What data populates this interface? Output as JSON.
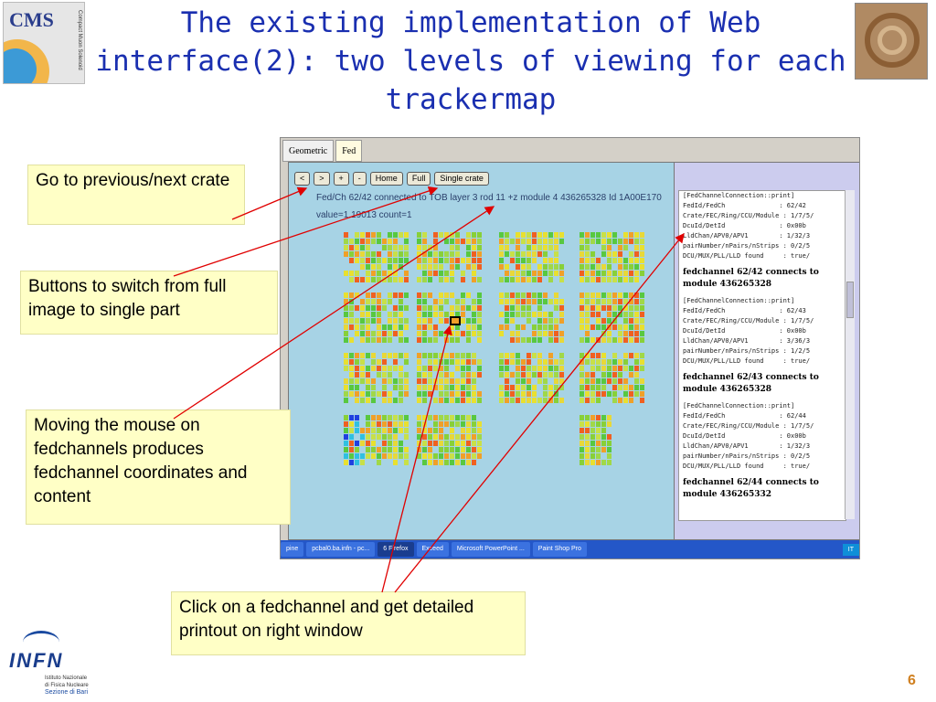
{
  "slide": {
    "title_line1": "The existing implementation of  Web",
    "title_line2": "interface(2): two levels of viewing for each",
    "title_line3": "trackermap",
    "page_number": "6"
  },
  "logos": {
    "cms_text": "CMS",
    "cms_side": "Compact Muon Solenoid",
    "infn_text": "INFN",
    "infn_line1": "Istituto Nazionale",
    "infn_line2": "di Fisica Nucleare",
    "infn_line3": "Sezione di Bari"
  },
  "screenshot": {
    "tabs": [
      "Geometric",
      "Fed"
    ],
    "buttons": [
      "<",
      ">",
      "+",
      "-",
      "Home",
      "Full",
      "Single crate"
    ],
    "info_line1": "Fed/Ch 62/42 connected to TOB layer 3 rod 11 +z module 4 436265328 Id 1A00E170",
    "info_line2": "value=1.19013 count=1",
    "printout": [
      {
        "type": "pre",
        "text": "[FedChannelConnection::print]"
      },
      {
        "type": "pre",
        "text": "FedId/FedCh              : 62/42"
      },
      {
        "type": "pre",
        "text": "Crate/FEC/Ring/CCU/Module : 1/7/5/"
      },
      {
        "type": "pre",
        "text": "DcuId/DetId              : 0x00b"
      },
      {
        "type": "pre",
        "text": "LldChan/APV0/APV1        : 1/32/3"
      },
      {
        "type": "pre",
        "text": "pairNumber/nPairs/nStrips : 0/2/5"
      },
      {
        "type": "pre",
        "text": "DCU/MUX/PLL/LLD found     : true/"
      },
      {
        "type": "bold",
        "text": "fedchannel 62/42 connects to"
      },
      {
        "type": "bold",
        "text": "module 436265328"
      },
      {
        "type": "pre",
        "text": "[FedChannelConnection::print]"
      },
      {
        "type": "pre",
        "text": "FedId/FedCh              : 62/43"
      },
      {
        "type": "pre",
        "text": "Crate/FEC/Ring/CCU/Module : 1/7/5/"
      },
      {
        "type": "pre",
        "text": "DcuId/DetId              : 0x00b"
      },
      {
        "type": "pre",
        "text": "LldChan/APV0/APV1        : 3/36/3"
      },
      {
        "type": "pre",
        "text": "pairNumber/nPairs/nStrips : 1/2/5"
      },
      {
        "type": "pre",
        "text": "DCU/MUX/PLL/LLD found     : true/"
      },
      {
        "type": "bold",
        "text": "fedchannel 62/43 connects to"
      },
      {
        "type": "bold",
        "text": "module 436265328"
      },
      {
        "type": "pre",
        "text": "[FedChannelConnection::print]"
      },
      {
        "type": "pre",
        "text": "FedId/FedCh              : 62/44"
      },
      {
        "type": "pre",
        "text": "Crate/FEC/Ring/CCU/Module : 1/7/5/"
      },
      {
        "type": "pre",
        "text": "DcuId/DetId              : 0x00b"
      },
      {
        "type": "pre",
        "text": "LldChan/APV0/APV1        : 1/32/3"
      },
      {
        "type": "pre",
        "text": "pairNumber/nPairs/nStrips : 0/2/5"
      },
      {
        "type": "pre",
        "text": "DCU/MUX/PLL/LLD found     : true/"
      },
      {
        "type": "bold",
        "text": "fedchannel 62/44 connects to"
      },
      {
        "type": "bold",
        "text": "module 436265332"
      }
    ],
    "taskbar": [
      {
        "label": "pine",
        "active": false
      },
      {
        "label": "pcbal0.ba.infn - pc...",
        "active": false
      },
      {
        "label": "6 Firefox",
        "active": true
      },
      {
        "label": "Exceed",
        "active": false
      },
      {
        "label": "Microsoft PowerPoint ...",
        "active": false
      },
      {
        "label": "Paint Shop Pro",
        "active": false
      }
    ],
    "taskbar_clock": "IT",
    "heatmap_colors": [
      "#e8e030",
      "#58c840",
      "#f0a028",
      "#c8e048",
      "#f06020",
      "#88d038",
      "#e8d838",
      "#a0d848"
    ],
    "heatmap_rare_colors": [
      "#2040e0",
      "#30c0e0"
    ]
  },
  "callouts": {
    "prev_next": "Go to previous/next crate",
    "switch": "Buttons to switch from full image to single part",
    "mouse": "Moving the mouse  on fedchannels produces fedchannel coordinates and content",
    "click": "Click on a  fedchannel  and get detailed printout on right window"
  }
}
